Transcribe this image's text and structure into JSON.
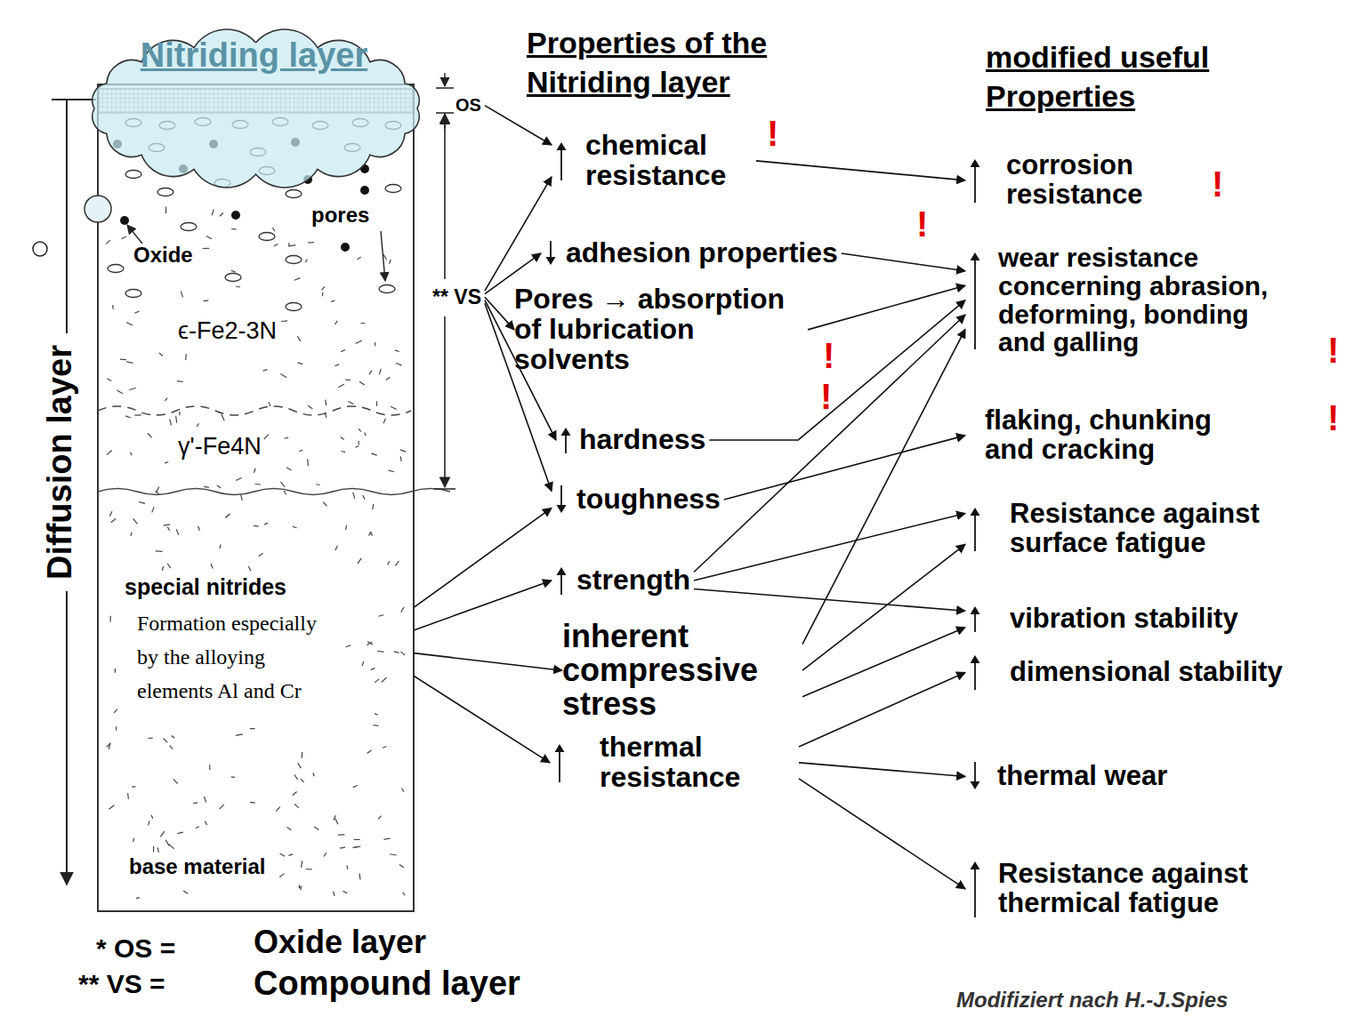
{
  "diagram": {
    "nodes": [
      {
        "text": [
          "Nitriding layer"
        ]
      },
      {
        "text": [
          "OS"
        ]
      },
      {
        "text": [
          "** VS"
        ]
      },
      {
        "text": [
          "special nitrides",
          "Formation especially by the alloying elements Al and Cr"
        ]
      },
      {
        "text": [
          "chemical resistance"
        ]
      },
      {
        "text": [
          "adhesion properties"
        ]
      },
      {
        "text": [
          "Pores → absorption of lubrication solvents"
        ]
      },
      {
        "text": [
          "hardness"
        ]
      },
      {
        "text": [
          "toughness"
        ]
      },
      {
        "text": [
          "strength"
        ]
      },
      {
        "text": [
          "inherent compressive stress"
        ]
      },
      {
        "text": [
          "thermal resistance"
        ]
      },
      {
        "text": [
          "corrosion resistance"
        ]
      },
      {
        "text": [
          "wear resistance concerning abrasion, deforming, bonding and galling"
        ]
      },
      {
        "text": [
          "flaking, chunking and cracking"
        ]
      },
      {
        "text": [
          "Resistance against surface fatigue"
        ]
      },
      {
        "text": [
          "vibration stability"
        ]
      },
      {
        "text": [
          "dimensional stability"
        ]
      },
      {
        "text": [
          "thermal wear"
        ]
      },
      {
        "text": [
          "Resistance against thermical fatigue"
        ]
      }
    ],
    "edges": [
      {
        "from": 1,
        "to": 4,
        "arrow": "to"
      },
      {
        "from": 2,
        "to": 4,
        "arrow": "to"
      },
      {
        "from": 2,
        "to": 5,
        "arrow": "to"
      },
      {
        "from": 2,
        "to": 6,
        "arrow": "to"
      },
      {
        "from": 2,
        "to": 7,
        "arrow": "to"
      },
      {
        "from": 2,
        "to": 8,
        "arrow": "to"
      },
      {
        "from": 3,
        "to": 8,
        "arrow": "to"
      },
      {
        "from": 3,
        "to": 9,
        "arrow": "to"
      },
      {
        "from": 3,
        "to": 10,
        "arrow": "to"
      },
      {
        "from": 3,
        "to": 11,
        "arrow": "to"
      },
      {
        "from": 4,
        "to": 12,
        "arrow": "to"
      },
      {
        "from": 5,
        "to": 13,
        "arrow": "to"
      },
      {
        "from": 6,
        "to": 13,
        "arrow": "to"
      },
      {
        "from": 7,
        "to": 13,
        "arrow": "to"
      },
      {
        "from": 8,
        "to": 14,
        "arrow": "to"
      },
      {
        "from": 9,
        "to": 13,
        "arrow": "to"
      },
      {
        "from": 9,
        "to": 15,
        "arrow": "to"
      },
      {
        "from": 9,
        "to": 16,
        "arrow": "to"
      },
      {
        "from": 10,
        "to": 13,
        "arrow": "to"
      },
      {
        "from": 10,
        "to": 15,
        "arrow": "to"
      },
      {
        "from": 10,
        "to": 16,
        "arrow": "to"
      },
      {
        "from": 11,
        "to": 17,
        "arrow": "to"
      },
      {
        "from": 11,
        "to": 18,
        "arrow": "to"
      },
      {
        "from": 11,
        "to": 19,
        "arrow": "to"
      }
    ],
    "labels": [
      "Properties of the Nitriding layer",
      "modified useful Properties",
      "Diffusion layer",
      "pores",
      "Oxide",
      "ϵ-Fe2-3N",
      "γ'-Fe4N",
      "base material",
      "* OS =",
      "Oxide layer",
      "** VS =",
      "Compound layer",
      "Modifiziert nach H.-J.Spies",
      "!",
      "!",
      "!",
      "!",
      "!",
      "!",
      "!"
    ]
  }
}
